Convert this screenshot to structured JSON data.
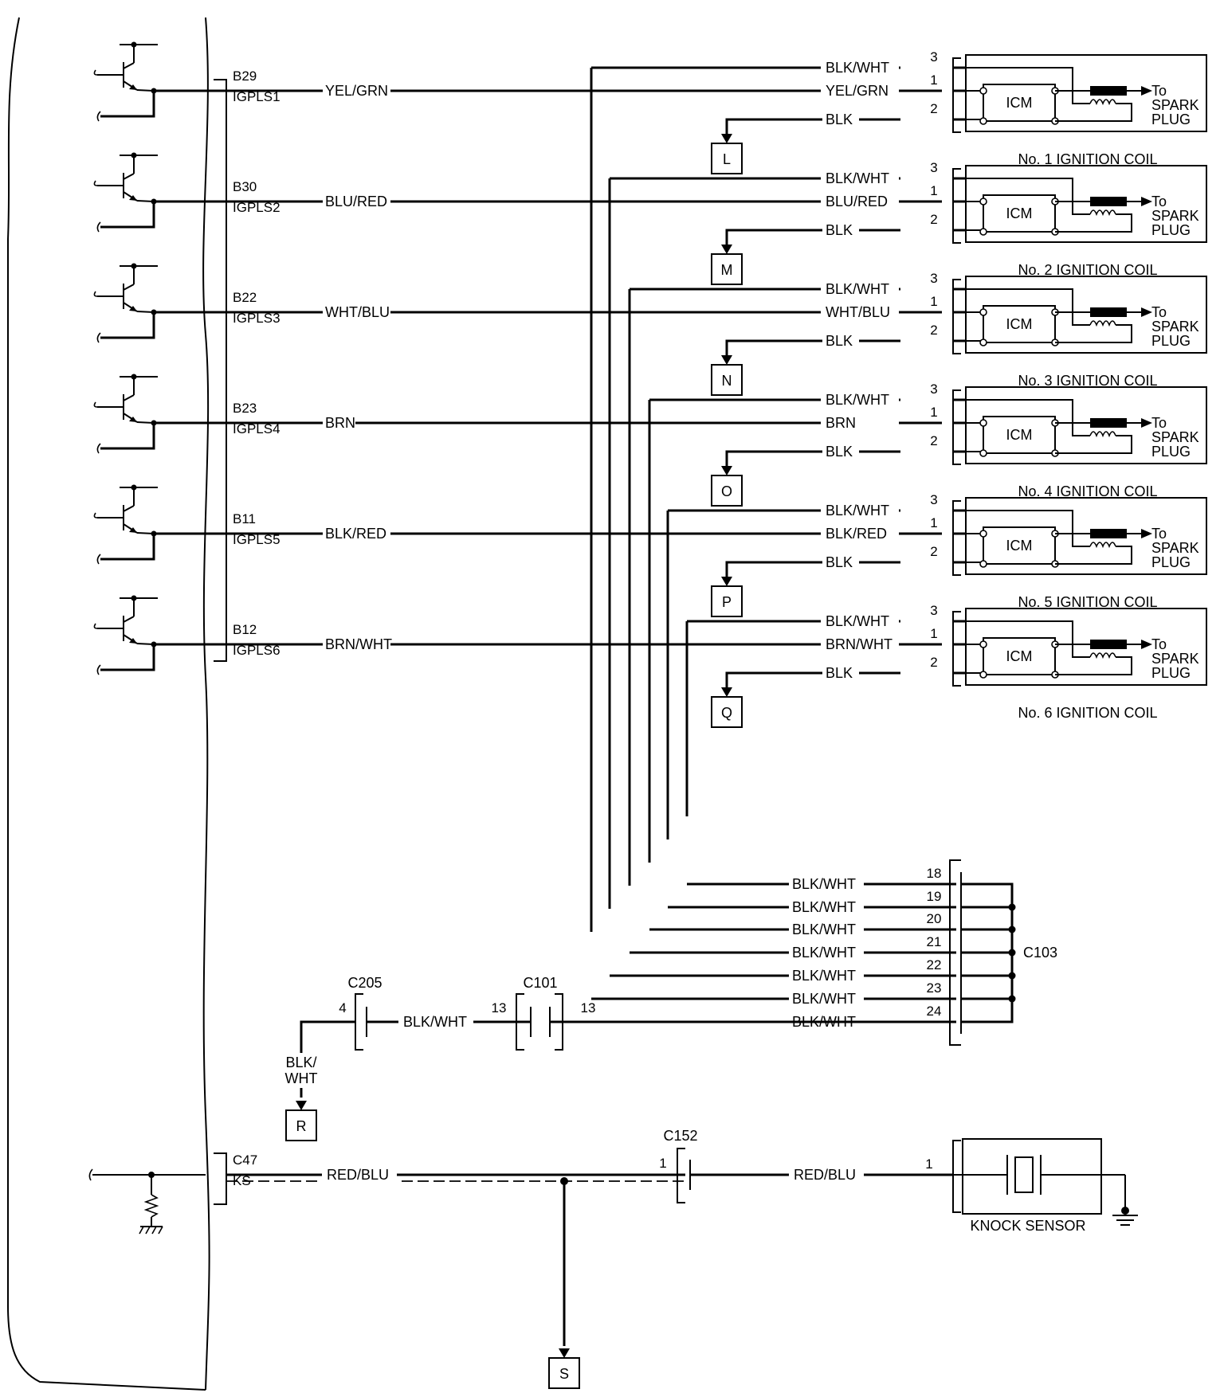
{
  "ecm_outputs": [
    {
      "pin": "B29",
      "signal": "IGPLS1",
      "wire": "YEL/GRN"
    },
    {
      "pin": "B30",
      "signal": "IGPLS2",
      "wire": "BLU/RED"
    },
    {
      "pin": "B22",
      "signal": "IGPLS3",
      "wire": "WHT/BLU"
    },
    {
      "pin": "B23",
      "signal": "IGPLS4",
      "wire": "BRN"
    },
    {
      "pin": "B11",
      "signal": "IGPLS5",
      "wire": "BLK/RED"
    },
    {
      "pin": "B12",
      "signal": "IGPLS6",
      "wire": "BRN/WHT"
    }
  ],
  "coils": [
    {
      "title": "No. 1 IGNITION COIL",
      "ground_ref": "L"
    },
    {
      "title": "No. 2 IGNITION COIL",
      "ground_ref": "M"
    },
    {
      "title": "No. 3 IGNITION COIL",
      "ground_ref": "N"
    },
    {
      "title": "No. 4 IGNITION COIL",
      "ground_ref": "O"
    },
    {
      "title": "No. 5 IGNITION COIL",
      "ground_ref": "P"
    },
    {
      "title": "No. 6 IGNITION COIL",
      "ground_ref": "Q"
    }
  ],
  "coil_common": {
    "power_wire": "BLK/WHT",
    "ground_wire": "BLK",
    "pin_power": "3",
    "pin_signal": "1",
    "pin_ground": "2",
    "module_label": "ICM",
    "output_label_1": "To",
    "output_label_2": "SPARK",
    "output_label_3": "PLUG"
  },
  "c103": {
    "name": "C103",
    "wire": "BLK/WHT",
    "pins": [
      "18",
      "19",
      "20",
      "21",
      "22",
      "23",
      "24"
    ]
  },
  "c101": {
    "name": "C101",
    "pin_left": "13",
    "pin_right": "13"
  },
  "c205": {
    "name": "C205",
    "pin": "4",
    "wire": "BLK/WHT"
  },
  "ref_r": {
    "wire_line1": "BLK/",
    "wire_line2": "WHT",
    "label": "R"
  },
  "knock": {
    "pin": "C47",
    "signal": "KS",
    "wire_left": "RED/BLU",
    "wire_right": "RED/BLU",
    "connector": "C152",
    "connector_pin": "1",
    "sensor_pin": "1",
    "sensor_label": "KNOCK SENSOR",
    "ref": "S"
  }
}
